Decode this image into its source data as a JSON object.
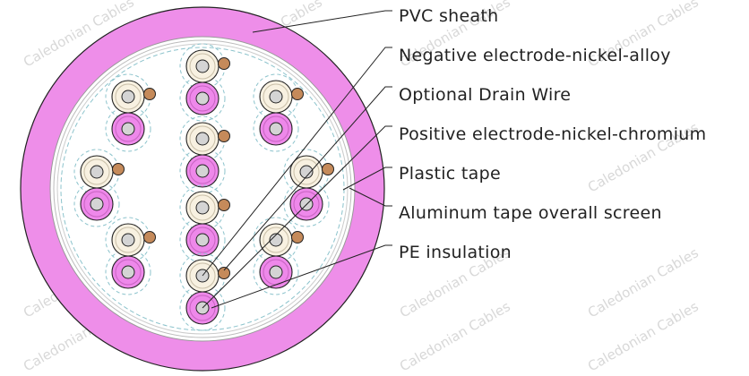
{
  "diagram": {
    "labels": [
      {
        "id": "pvc-sheath",
        "text": "PVC sheath"
      },
      {
        "id": "negative-electrode",
        "text": "Negative electrode-nickel-alloy"
      },
      {
        "id": "drain-wire",
        "text": "Optional Drain Wire"
      },
      {
        "id": "positive-electrode",
        "text": "Positive electrode-nickel-chromium"
      },
      {
        "id": "plastic-tape",
        "text": "Plastic tape"
      },
      {
        "id": "aluminum-screen",
        "text": "Aluminum tape overall screen"
      },
      {
        "id": "pe-insulation",
        "text": "PE insulation"
      }
    ],
    "watermark": "Caledonian Cables",
    "colors": {
      "sheath": "#ee8ee9",
      "positive_insulation": "#ee88ea",
      "negative_insulation": "#f8f1e1",
      "conductor": "#d4d4d4",
      "drain_wire": "#c58a5a",
      "pair_screen": "#8cc3cc",
      "outline": "#222222"
    },
    "pair_count": 10
  }
}
